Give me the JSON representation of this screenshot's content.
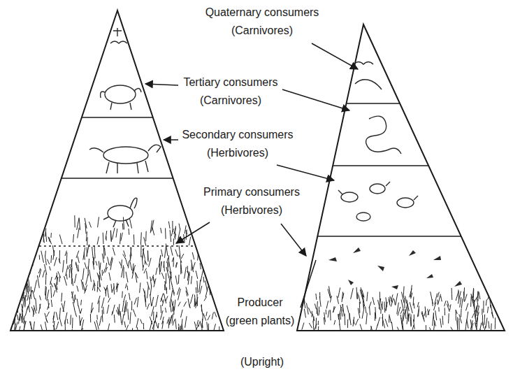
{
  "diagram": {
    "caption": "(Upright)",
    "labels": [
      "Quaternary consumers (Carnivores)",
      "Tertiary consumers (Carnivores)",
      "Secondary consumers (Herbivores)",
      "Primary consumers (Herbivores)",
      "Producer (green plants)"
    ]
  }
}
